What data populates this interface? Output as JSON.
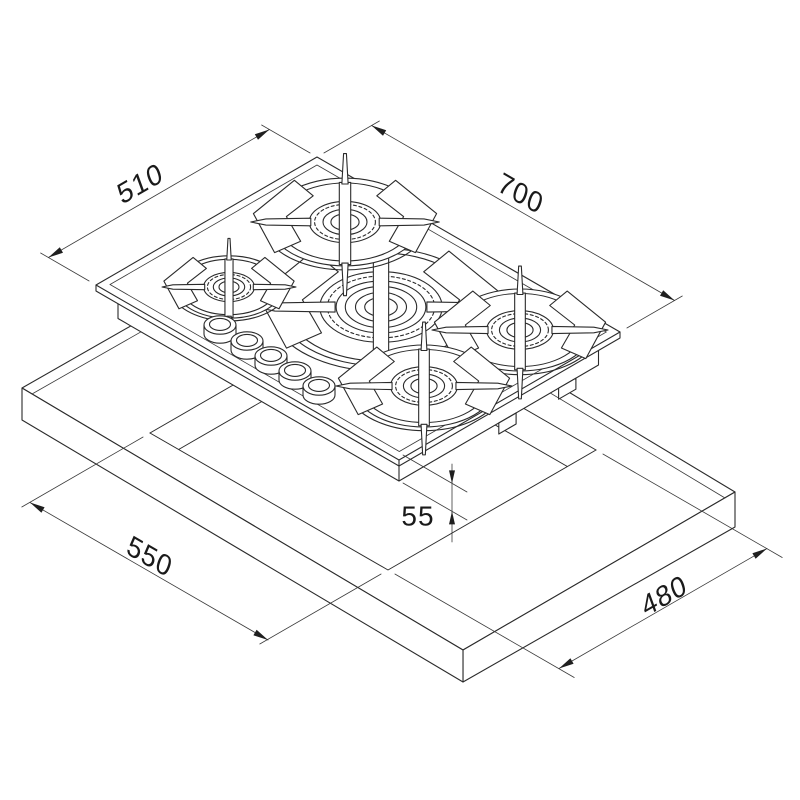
{
  "dims": {
    "hob_width": "700",
    "hob_depth": "510",
    "box_depth": "55",
    "cutout_width": "550",
    "cutout_depth": "480"
  }
}
